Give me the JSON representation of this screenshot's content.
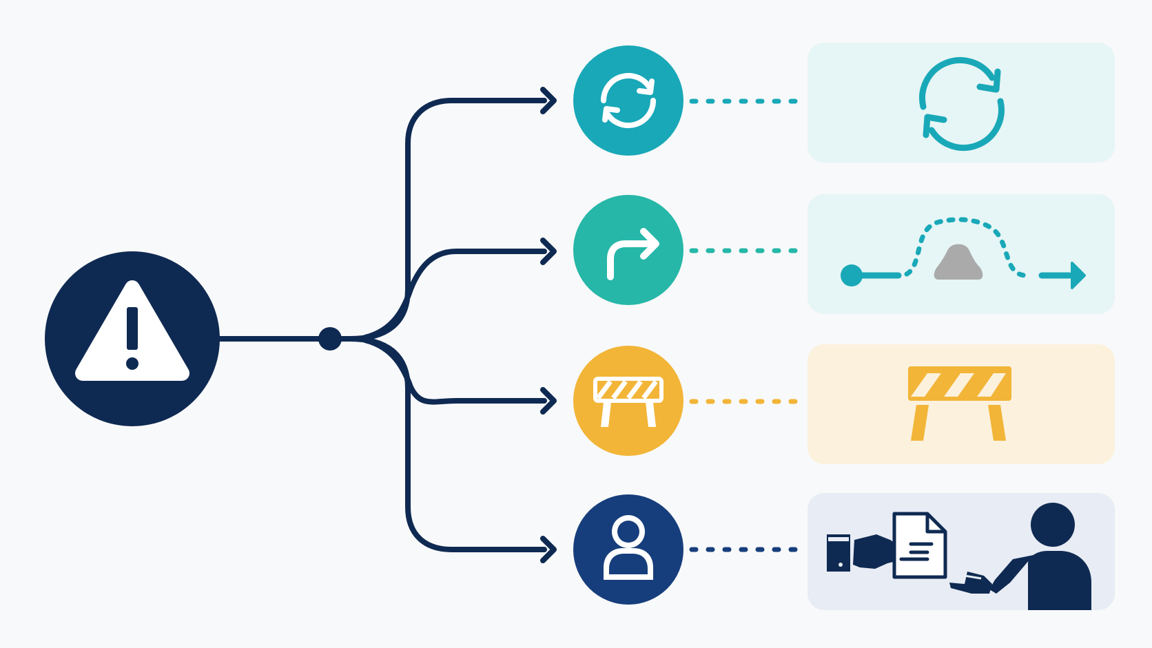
{
  "colors": {
    "background": "#f8f9fa",
    "navy": "#0f2a52",
    "teal": "#19a8b8",
    "teal_green": "#26b7a8",
    "amber": "#f2b538",
    "blue": "#173e7c",
    "teal_tint": "#e6f5f5",
    "amber_tint": "#fcf1dc",
    "blue_tint": "#e8ecf4",
    "gray": "#aaaaaa",
    "white": "#ffffff"
  },
  "source": {
    "icon": "warning-triangle-icon"
  },
  "branches": [
    {
      "name": "retry",
      "icon": "refresh-cycle-icon",
      "panel_icon": "refresh-cycle-icon"
    },
    {
      "name": "detour",
      "icon": "turn-right-arrow-icon",
      "panel_icon": "detour-around-obstacle-icon"
    },
    {
      "name": "block",
      "icon": "roadblock-barrier-icon",
      "panel_icon": "roadblock-barrier-icon"
    },
    {
      "name": "escalate",
      "icon": "person-icon",
      "panel_icon": "handoff-document-to-person-icon"
    }
  ]
}
